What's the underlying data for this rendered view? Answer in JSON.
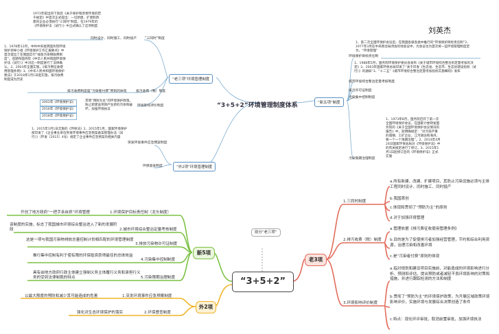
{
  "top": {
    "title": "“3+5+2”环境管理制度体系",
    "author": "刘英杰",
    "old3": {
      "label": "“老三项”环境管理制度",
      "top_text": "1973年提出四下岗后《关于保护和改善环境的若干规定》中首次正式提出：一切新建、扩建和改建的企业必须执行“三同时”制度，在1979年的《环境保护法（试行）》中正式确认了这项制度",
      "top_tags": [
        "同时设计、同时施工、同时投产",
        "“三同时”制度"
      ],
      "mid_text": "1、1978年12月，中共中央批转国务院环境保护领导小组《环境保护工作汇报要点》中首次提出了在我国实行“排放污染物收费制度”，后颁布国务院《中华人民共和国环境保护法（试行）》中对这一制度进行了法律确认。2、2003年全面实施，《排污费征收使用管理条例》3、《中华人民共和国环境保护税法》于2018年1月1日起实施，排污收费制度成为历史",
      "mid_tags": [
        "排污收费制度是“污染者付费”原则的体现",
        "排污收费（税）制度"
      ],
      "laws": [
        "2001年《环境保护法》",
        "2016年《环境保护法》",
        "2018年《环境保护法》"
      ],
      "eval_text": "贯彻“预防为主”的环境保护政策，防止新建设项目产生新的污染和破坏，加强环境执法",
      "eval_tag": "环境影响评价制度"
    },
    "new5": {
      "label": "“新五项”制度",
      "intro": "1、第二次全国环保护会议后，在我国各级各类中推行的“环境保护目标责任制”2、1977年3月在中央政治局闭会的地会议中，为会议也为首次将一些环境管理制度定为，“环境管理”",
      "target": "环境保护目标责任制",
      "city_text": "1、1988年5月，国务院环境保护委员会发布《关于城市环境综合整治的定量考核的决定》2、2003年国家环保总局印发了“关于印发《生态省、生态市、生态县建设指标（试行）》的通知”3、“十二五”《城市环境综合整治定量考核指标实施细则》发布",
      "city": "城市环境综合整治定量考核制度",
      "license": "排污许可证制度",
      "control": "污染集中控制制度",
      "deadline_text": "1、1973年8月，国务院召开了第一次全国环境保护会议，在国家计委转发国务院的《关于全国环境保护会议情况的报告》中，就明确规定：“对污染严重的城镇、工矿企业，江河湖泊和海湾，要一个一个限期治理”。2、2014年4月24日国家环保总局对《环境保护法》中的有关规定进行了修订。3、2015年1月1日起修订后的《环境保护法》正式实施",
      "deadline": "污染限期治理制度"
    },
    "out2": {
      "label": "“外2项”环境管理制度",
      "text": "1、2015年1月1日实施的《环保法》2、2015年1月，国家环境保护部印发了《企业事业单位突发环境事件应急预案备案管理办法（试行）》（环发〔2015〕4号）规定了企业事件应急预案的相关内容",
      "emergency": "突发环境事件应急预案制度",
      "monitor": "环保督查制度"
    }
  },
  "bottom": {
    "center": "“3+5+2”",
    "center_note": "别分“老三项”",
    "new5": {
      "label": "新5项",
      "items": [
        {
          "desc": "开创了地方政府“一把手亲自抓”环境管理",
          "name": "1.环境保护目标责任制（龙头制度）"
        },
        {
          "desc": "该制度的实施，标志了我国城市环境综合整治进入了新的发展阶段",
          "name": "2.城市环境综合整治定量考核制度"
        },
        {
          "desc": "这是一项与我国污染物排放总量控制计划相匹配的环境管理制度",
          "name": "3.排放污染物许可证制度"
        },
        {
          "desc": "推行集中控制有利于使有限的环保投资获得最佳的总体效益",
          "name": "4.污染集中控制制度"
        },
        {
          "desc": "具有由地方政府行政主体建立强制义务主体履行义务和承担行义务的受到法律制裁的特点",
          "name": "5.污染限期治理制度"
        }
      ]
    },
    "out2": {
      "label": "外2项",
      "items": [
        {
          "desc": "以最大限度的预防和减少其可能造成的危害",
          "name": "1.突发环境事件应急预案制度"
        },
        {
          "desc": "强化对生态环境保护的落实",
          "name": "2.环保督查制度"
        }
      ]
    },
    "old3": {
      "label": "老3项",
      "groups": [
        {
          "name": "1.三同时制度",
          "items": [
            "a.所有新建、改建、扩建项目，其防止污染设施必须与主体工程同时设计、同时施工、同时投产",
            "b.我国首创",
            "c.体现和贯彻了“预防为主”的原则",
            "d.对于加强环境管理"
          ]
        },
        {
          "name": "2.排污收费（税）制度",
          "items": [
            "a.管理依据《排污费征收使用管理条例》",
            "b.目的是为了促使排污者加强经营管理，节约和综合利用资源，治理污染和改善环境",
            "c.是“污染者付费”原则的体现"
          ]
        },
        {
          "name": "3.环境影响评价制度",
          "items": [
            "a.指对规划和建设项目实施前，对能造成的环境影响进行分析、预测和评估，提出预防或者减轻不良环境影响的对策和措施，并进行跟踪检测的方法和制度",
            "b.贯彻了“预防为主”的环境保护政策，为开展区域政策环境影响评价，实施环境与发展综合决策创造了条件",
            "c.特点：现化环评审批，取消前置审批，加强环境执法"
          ]
        }
      ]
    }
  }
}
